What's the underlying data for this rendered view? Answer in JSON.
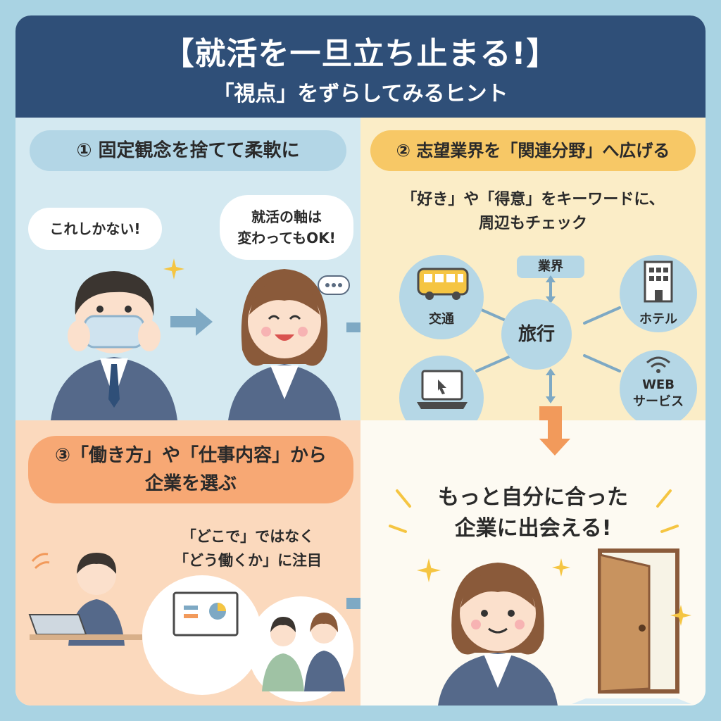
{
  "header": {
    "title": "【就活を一旦立ち止まる!】",
    "subtitle": "「視点」をずらしてみるヒント"
  },
  "section1": {
    "title": "① 固定観念を捨てて柔軟に",
    "bubble_left": "これしかない!",
    "bubble_right_line1": "就活の軸は",
    "bubble_right_line2": "変わってもOK!"
  },
  "section2": {
    "title": "② 志望業界を「関連分野」へ広げる",
    "note_line1": "「好き」や「得意」をキーワードに、",
    "note_line2": "周辺もチェック",
    "tag": "業界",
    "center": "旅行",
    "nodes": {
      "transport": "交通",
      "hotel": "ホテル",
      "web_line1": "WEB",
      "web_line2": "サービス"
    }
  },
  "section3": {
    "title_line1": "③「働き方」や「仕事内容」から",
    "title_line2": "企業を選ぶ",
    "note_line1": "「どこで」ではなく",
    "note_line2": "「どう働くか」に注目"
  },
  "section4": {
    "headline_line1": "もっと自分に合った",
    "headline_line2": "企業に出会える!"
  },
  "colors": {
    "header_bg": "#2f4f78",
    "accent_yellow": "#f7c866",
    "accent_orange": "#f7a874",
    "arrow_blue": "#7ea9c4",
    "arrow_orange": "#f29a5b"
  },
  "icons": [
    "sparkle-icon",
    "chat-dots-icon",
    "bus-icon",
    "building-icon",
    "laptop-icon",
    "wifi-icon",
    "door-icon"
  ]
}
